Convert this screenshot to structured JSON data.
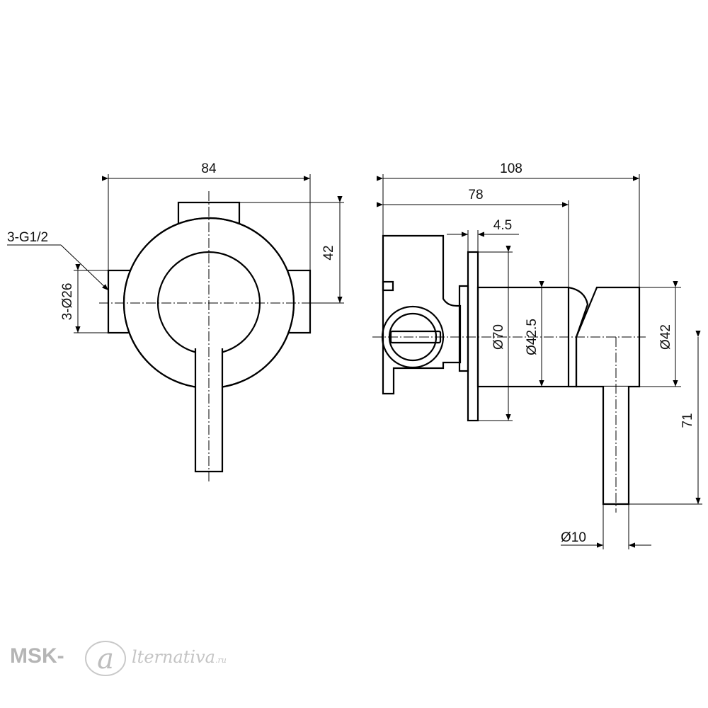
{
  "dimensions": {
    "width_84": "84",
    "height_42_left": "42",
    "thread": "3-G1/2",
    "port_diameter": "3-Ø26",
    "width_108": "108",
    "width_78": "78",
    "plate_thickness": "4.5",
    "flange_diameter": "Ø70",
    "body_diameter": "Ø42.5",
    "handle_diameter": "Ø42",
    "lever_length": "71",
    "lever_diameter": "Ø10"
  },
  "watermark": {
    "prefix": "MSK-",
    "suffix": "lternativa",
    "tld": ".ru"
  }
}
